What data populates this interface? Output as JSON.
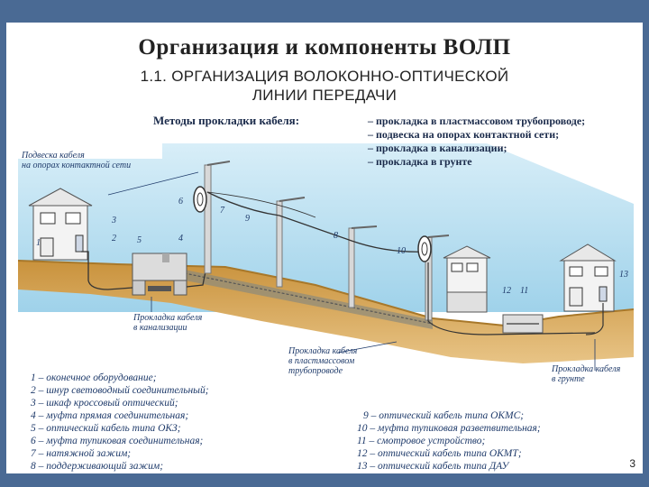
{
  "slide": {
    "title": "Организация и компоненты ВОЛП",
    "subtitle_line1": "1.1. ОРГАНИЗАЦИЯ ВОЛОКОННО-ОПТИЧЕСКОЙ",
    "subtitle_line2": "ЛИНИИ ПЕРЕДАЧИ",
    "page_number": "3"
  },
  "methods": {
    "heading": "Методы прокладки кабеля:",
    "items": [
      "– прокладка в пластмассовом трубопроводе;",
      "– подвеска на опорах контактной сети;",
      "– прокладка в канализации;",
      "– прокладка в грунте"
    ]
  },
  "callouts": {
    "suspension_1": "Подвеска кабеля",
    "suspension_2": "на опорах контактной сети",
    "duct_1": "Прокладка кабеля",
    "duct_2": "в канализации",
    "pipe_1": "Прокладка кабеля",
    "pipe_2": "в пластмассовом",
    "pipe_3": "трубопроводе",
    "ground_1": "Прокладка кабеля",
    "ground_2": "в грунте"
  },
  "numbers": [
    "1",
    "2",
    "3",
    "4",
    "5",
    "6",
    "7",
    "8",
    "9",
    "10",
    "11",
    "12",
    "13"
  ],
  "legend_left": [
    "1 – оконечное оборудование;",
    "2 – шнур световодный соединительный;",
    "3 – шкаф кроссовый оптический;",
    "4 – муфта прямая соединительная;",
    "5 – оптический кабель типа ОКЗ;",
    "6 – муфта тупиковая соединительная;",
    "7 – натяжной зажим;",
    "8 – поддерживающий зажим;"
  ],
  "legend_right": [
    "9 – оптический кабель типа ОКМС;",
    "10 – муфта тупиковая разветвительная;",
    "11 – смотровое устройство;",
    "12 – оптический кабель типа ОКМТ;",
    "13 – оптический кабель типа ДАУ"
  ],
  "colors": {
    "sky": "#bfe3f3",
    "ground": "#d6a352",
    "ground_dark": "#b7862f",
    "frame": "#4a6a94"
  }
}
